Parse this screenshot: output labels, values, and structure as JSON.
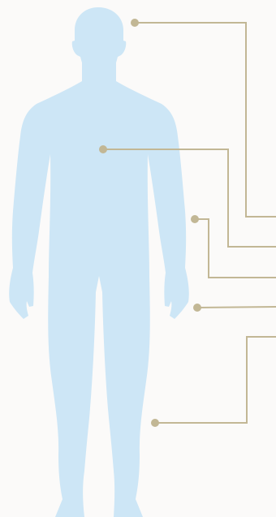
{
  "diagram": {
    "background_color": "#fbfaf9",
    "figure_color": "#cde6f6",
    "callout_color": "#c2b795",
    "callouts": [
      {
        "name": "callout-head",
        "target": "head"
      },
      {
        "name": "callout-chest",
        "target": "chest"
      },
      {
        "name": "callout-arm",
        "target": "arm"
      },
      {
        "name": "callout-hip",
        "target": "hip"
      },
      {
        "name": "callout-leg",
        "target": "leg"
      }
    ]
  }
}
